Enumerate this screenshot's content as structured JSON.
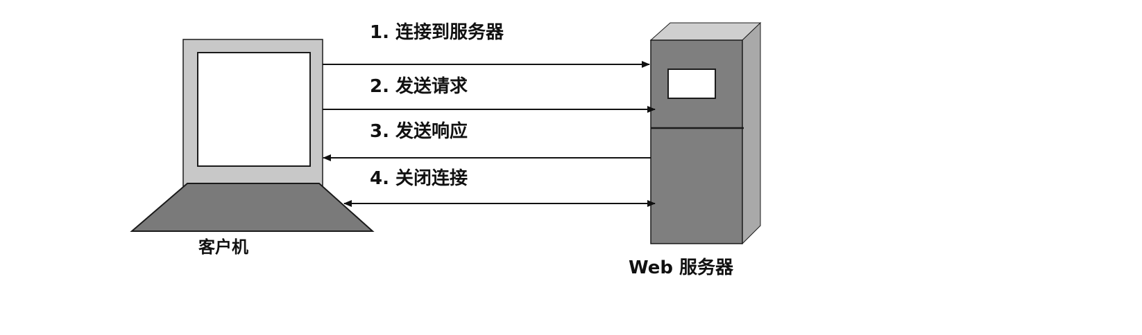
{
  "colors": {
    "background": "#ffffff",
    "monitor_frame": "#c8c8c8",
    "keyboard": "#7a7a7a",
    "server_front": "#7f7f7f",
    "server_side": "#a9a9a9",
    "server_top": "#cfcfcf",
    "outline": "#1a1a1a",
    "arrow": "#111111",
    "text": "#111111"
  },
  "client": {
    "label": "客户机",
    "icon": "laptop-icon"
  },
  "server": {
    "label": "Web 服务器",
    "icon": "server-tower-icon"
  },
  "steps": [
    {
      "label": "1. 连接到服务器",
      "direction": "to-server"
    },
    {
      "label": "2. 发送请求",
      "direction": "to-server"
    },
    {
      "label": "3. 发送响应",
      "direction": "to-client"
    },
    {
      "label": "4. 关闭连接",
      "direction": "both"
    }
  ]
}
